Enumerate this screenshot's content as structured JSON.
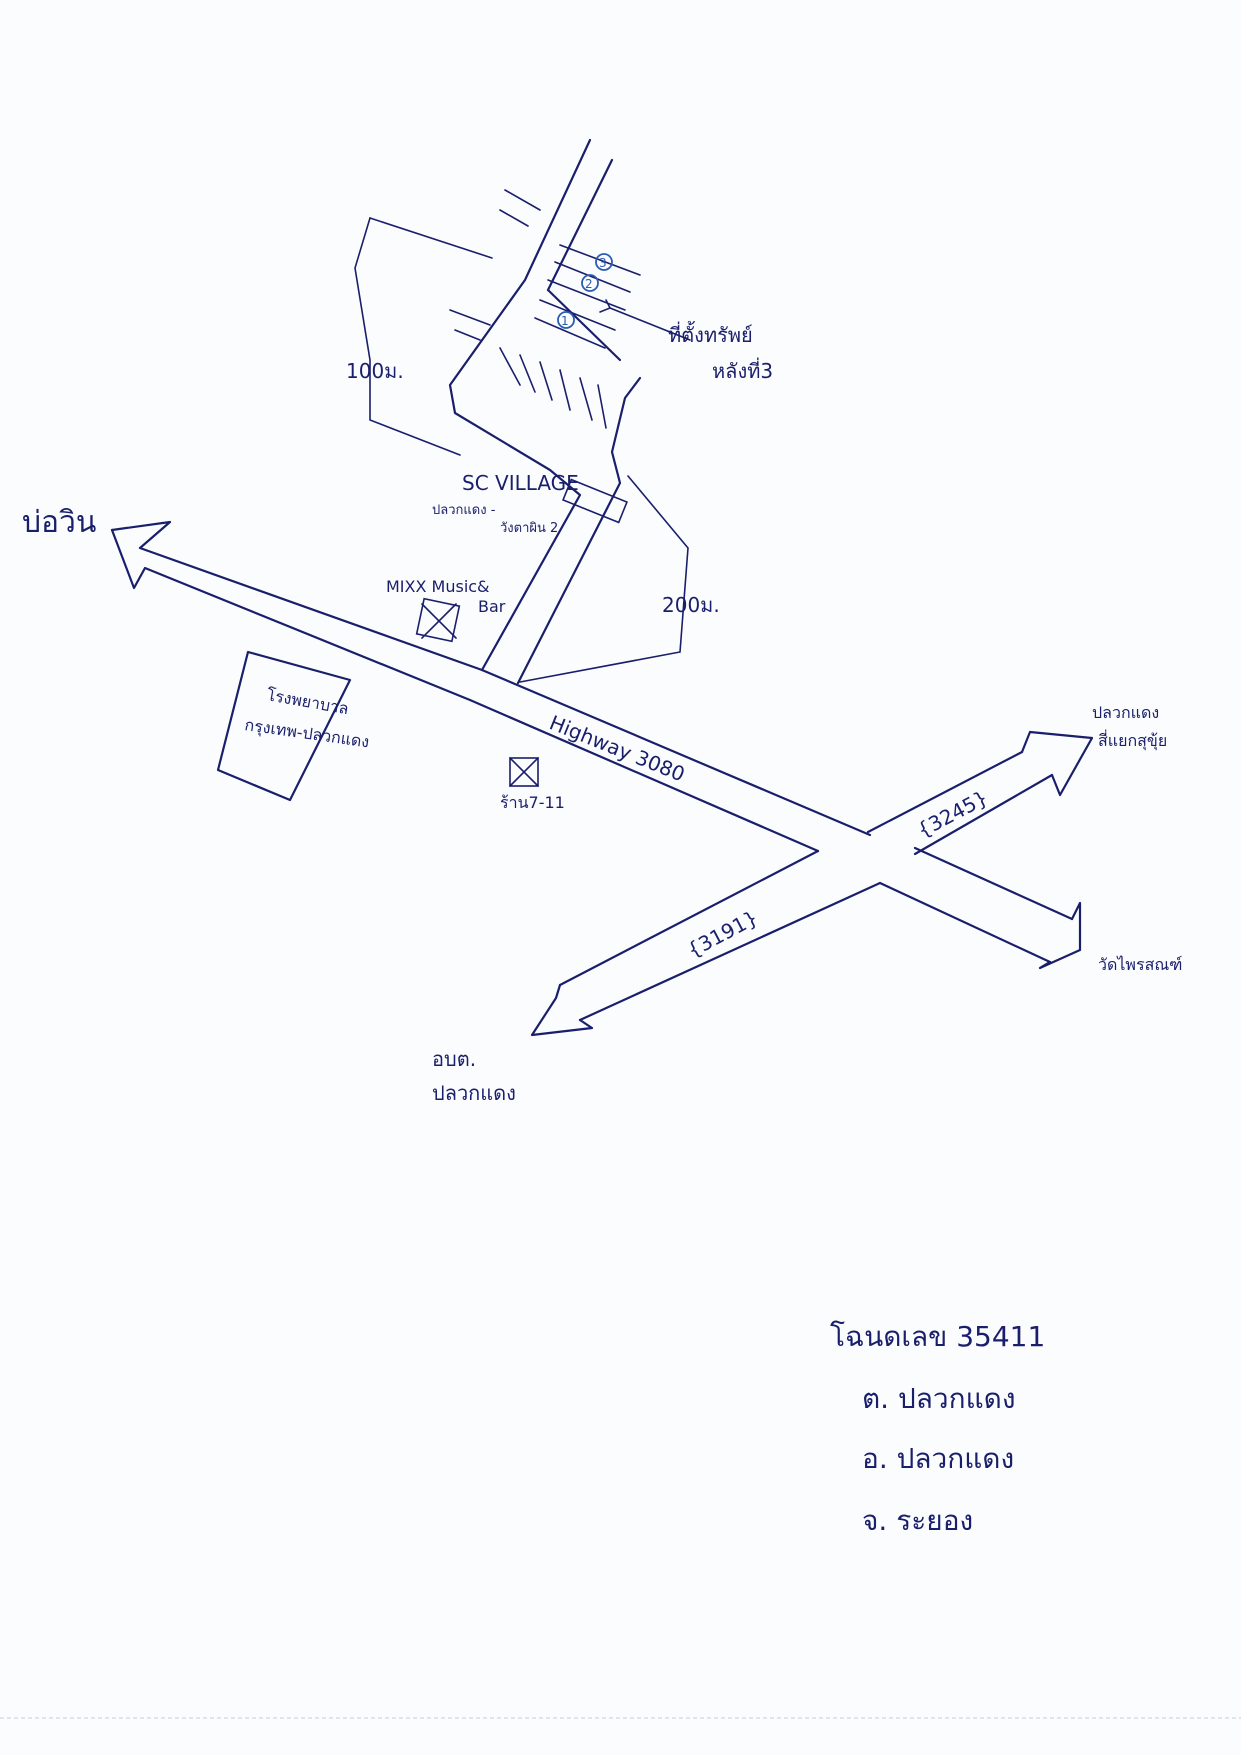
{
  "map": {
    "destinations": {
      "top_left": "บ่อวิน",
      "right_upper_line1": "ปลวกแดง",
      "right_upper_line2": "สี่แยกสุขุ้ย",
      "right_lower": "วัดไพรสณฑ์",
      "bottom_line1": "อบต.",
      "bottom_line2": "ปลวกแดง"
    },
    "roads": {
      "highway": "Highway 3080",
      "road_3245": "{3245}",
      "road_3191": "{3191}"
    },
    "landmarks": {
      "village_name": "SC VILLAGE",
      "village_sub1": "ปลวกแดง -",
      "village_sub2": "วังตาผิน 2",
      "bar_line1": "MIXX Music&",
      "bar_line2": "Bar",
      "hospital_line1": "โรงพยาบาล",
      "hospital_line2": "กรุงเทพ-ปลวกแดง",
      "shop": "ร้าน7-11",
      "property_line1": "ที่ตั้งทรัพย์",
      "property_line2": "หลังที่3",
      "plot_badges": [
        "3",
        "2",
        "1"
      ]
    },
    "distances": {
      "left": "100ม.",
      "right": "200ม."
    }
  },
  "legend": {
    "deed": "โฉนดเลข 35411",
    "subdistrict": "ต. ปลวกแดง",
    "district": "อ. ปลวกแดง",
    "province": "จ. ระยอง"
  }
}
